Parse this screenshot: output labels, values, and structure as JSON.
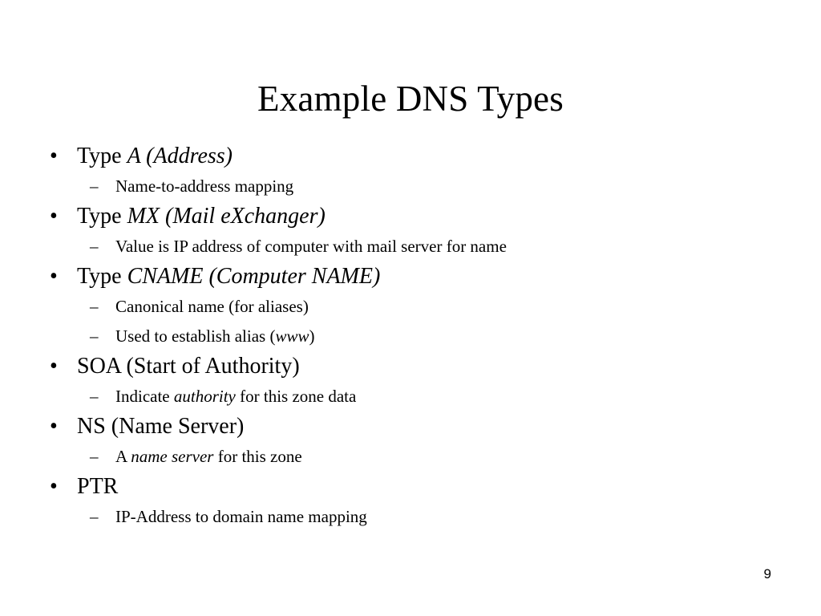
{
  "slide": {
    "title": "Example DNS Types",
    "page_number": "9",
    "background_color": "#ffffff",
    "text_color": "#000000",
    "bullet_marker": "•",
    "sub_bullet_marker": "–",
    "outline": [
      {
        "level": 1,
        "marker": "•",
        "runs": [
          {
            "text": "Type ",
            "italic": false
          },
          {
            "text": "A (Address)",
            "italic": true
          }
        ]
      },
      {
        "level": 2,
        "marker": "–",
        "runs": [
          {
            "text": "Name-to-address mapping",
            "italic": false
          }
        ]
      },
      {
        "level": 1,
        "marker": "•",
        "runs": [
          {
            "text": "Type ",
            "italic": false
          },
          {
            "text": "MX (Mail eXchanger)",
            "italic": true
          }
        ]
      },
      {
        "level": 2,
        "marker": "–",
        "runs": [
          {
            "text": "Value is IP address of computer with mail server for name",
            "italic": false
          }
        ]
      },
      {
        "level": 1,
        "marker": "•",
        "runs": [
          {
            "text": "Type ",
            "italic": false
          },
          {
            "text": "CNAME (Computer NAME)",
            "italic": true
          }
        ]
      },
      {
        "level": 2,
        "marker": "–",
        "runs": [
          {
            "text": "Canonical name (for aliases)",
            "italic": false
          }
        ]
      },
      {
        "level": 2,
        "marker": "–",
        "runs": [
          {
            "text": "Used to establish alias (",
            "italic": false
          },
          {
            "text": "www",
            "italic": true
          },
          {
            "text": ")",
            "italic": false
          }
        ]
      },
      {
        "level": 1,
        "marker": "•",
        "runs": [
          {
            "text": "SOA (Start of Authority)",
            "italic": false
          }
        ]
      },
      {
        "level": 2,
        "marker": "–",
        "runs": [
          {
            "text": "Indicate ",
            "italic": false
          },
          {
            "text": "authority",
            "italic": true
          },
          {
            "text": " for this zone data",
            "italic": false
          }
        ]
      },
      {
        "level": 1,
        "marker": "•",
        "runs": [
          {
            "text": "NS (Name Server)",
            "italic": false
          }
        ]
      },
      {
        "level": 2,
        "marker": "–",
        "runs": [
          {
            "text": "A ",
            "italic": false
          },
          {
            "text": "name server",
            "italic": true
          },
          {
            "text": " for this zone",
            "italic": false
          }
        ]
      },
      {
        "level": 1,
        "marker": "•",
        "runs": [
          {
            "text": "PTR",
            "italic": false
          }
        ]
      },
      {
        "level": 2,
        "marker": "–",
        "runs": [
          {
            "text": "IP-Address to domain name mapping",
            "italic": false
          }
        ]
      }
    ]
  }
}
